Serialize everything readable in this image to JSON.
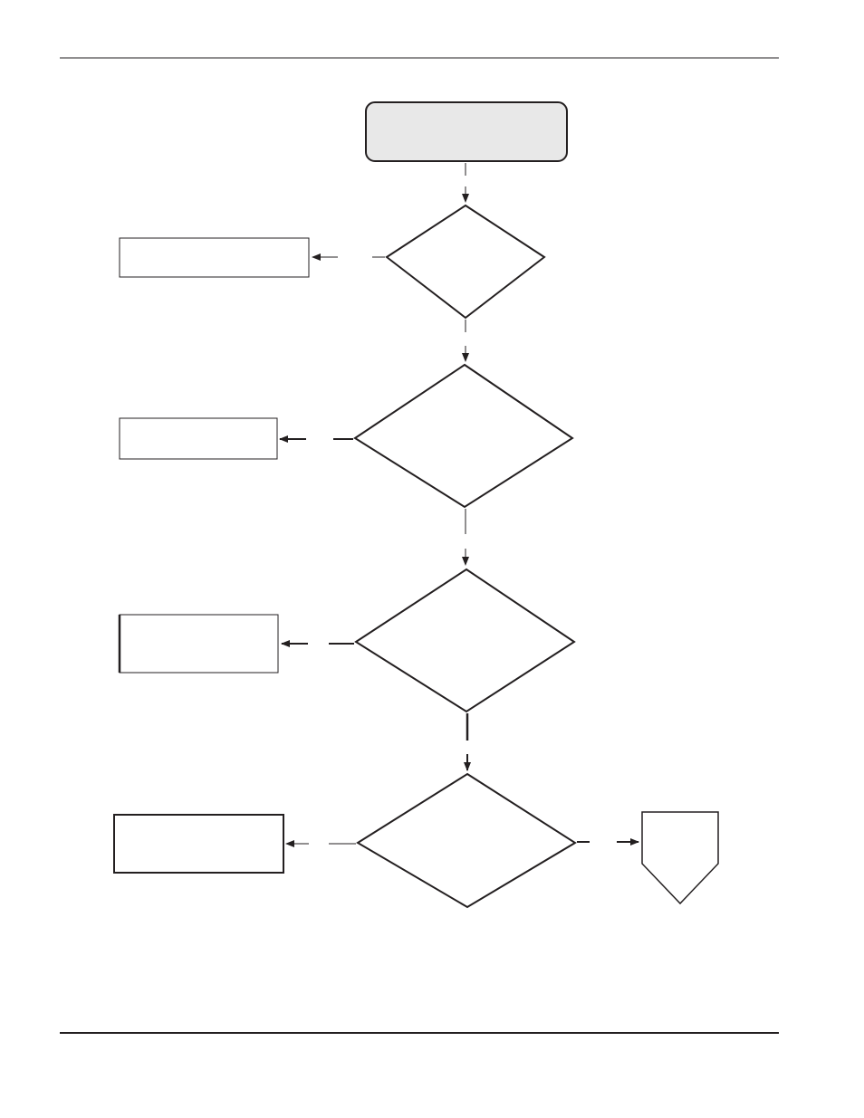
{
  "document": {
    "header_rule": true,
    "footer_rule": true
  },
  "flowchart": {
    "start": {
      "shape": "rounded-rectangle",
      "fill": "#e8e8e8",
      "text": ""
    },
    "decisions": [
      {
        "id": "decision-1",
        "text": ""
      },
      {
        "id": "decision-2",
        "text": ""
      },
      {
        "id": "decision-3",
        "text": ""
      },
      {
        "id": "decision-4",
        "text": ""
      }
    ],
    "actions": [
      {
        "id": "action-1",
        "text": ""
      },
      {
        "id": "action-2",
        "text": ""
      },
      {
        "id": "action-3",
        "text": ""
      },
      {
        "id": "action-4",
        "text": ""
      }
    ],
    "off_page_connector": {
      "shape": "pentagon-down",
      "text": ""
    }
  },
  "colors": {
    "line": "#231f20",
    "start_fill": "#e8e8e8",
    "background": "#ffffff"
  }
}
